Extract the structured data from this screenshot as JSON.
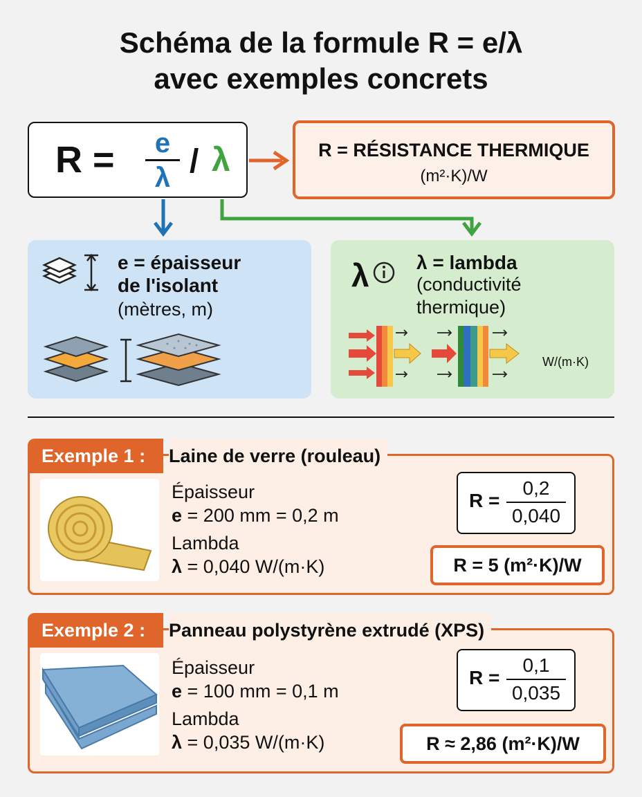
{
  "title_line1": "Schéma de la formule R = e/λ",
  "title_line2": "avec exemples concrets",
  "formula": {
    "R_eq": "R =",
    "e": "e",
    "lambda": "λ",
    "slash": "/",
    "lambda2": "λ"
  },
  "resistance": {
    "title": "R = RÉSISTANCE THERMIQUE",
    "unit": "(m²·K)/W"
  },
  "thickness": {
    "line1": "e = épaisseur",
    "line2": "de l'isolant",
    "line3": "(mètres, m)"
  },
  "lambda_panel": {
    "symbol": "λ",
    "info_icon": "info-icon",
    "line1": "λ = lambda",
    "line2": "(conductivité",
    "line3": "thermique)",
    "unit": "W/(m·K)"
  },
  "examples": [
    {
      "label": "Exemple 1 :",
      "name": "Laine de verre (rouleau)",
      "thickness_label": "Épaisseur",
      "thickness_sym": "e",
      "thickness_val": " = 200 mm = 0,2 m",
      "lambda_label": "Lambda",
      "lambda_sym": "λ",
      "lambda_val": " = 0,040 W/(m·K)",
      "calc_R": "R =",
      "calc_num": "0,2",
      "calc_den": "0,040",
      "result": "R = 5 (m²·K)/W"
    },
    {
      "label": "Exemple 2 :",
      "name": "Panneau polystyrène extrudé (XPS)",
      "thickness_label": "Épaisseur",
      "thickness_sym": "e",
      "thickness_val": " = 100 mm = 0,1 m",
      "lambda_label": "Lambda",
      "lambda_sym": "λ",
      "lambda_val": " = 0,035 W/(m·K)",
      "calc_R": "R =",
      "calc_num": "0,1",
      "calc_den": "0,035",
      "result": "R ≈ 2,86 (m²·K)/W"
    }
  ],
  "colors": {
    "orange": "#e0652a",
    "blue": "#1f73b7",
    "green": "#3fa33f"
  }
}
